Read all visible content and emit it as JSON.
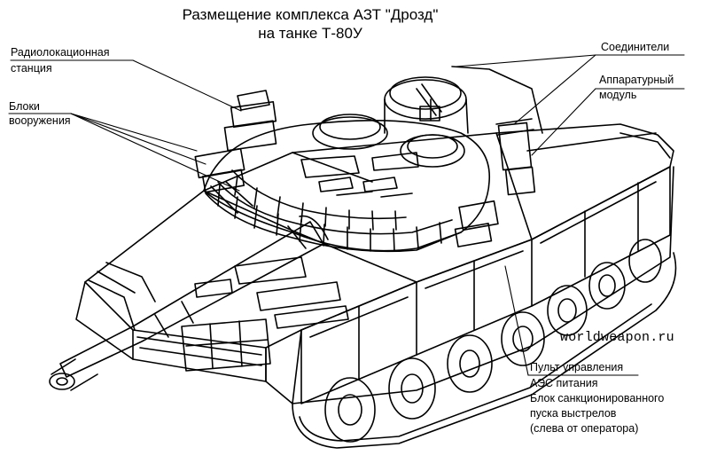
{
  "title": {
    "line1": "Размещение комплекса АЗТ \"Дрозд\"",
    "line2": "на танке Т-80У"
  },
  "callouts": {
    "radar_line1": "Радиолокационная",
    "radar_line2": "станция",
    "weapon_line1": "Блоки",
    "weapon_line2": "вооружения",
    "connectors": "Соединители",
    "hw_line1": "Аппаратурный",
    "hw_line2": "модуль",
    "ctrl_line1": "Пульт управления",
    "ctrl_line2": "АЭС питания",
    "ctrl_line3": "Блок санкционированного",
    "ctrl_line4": "пуска выстрелов",
    "ctrl_line5": "(слева от оператора)"
  },
  "watermark": "worldweapon.ru"
}
